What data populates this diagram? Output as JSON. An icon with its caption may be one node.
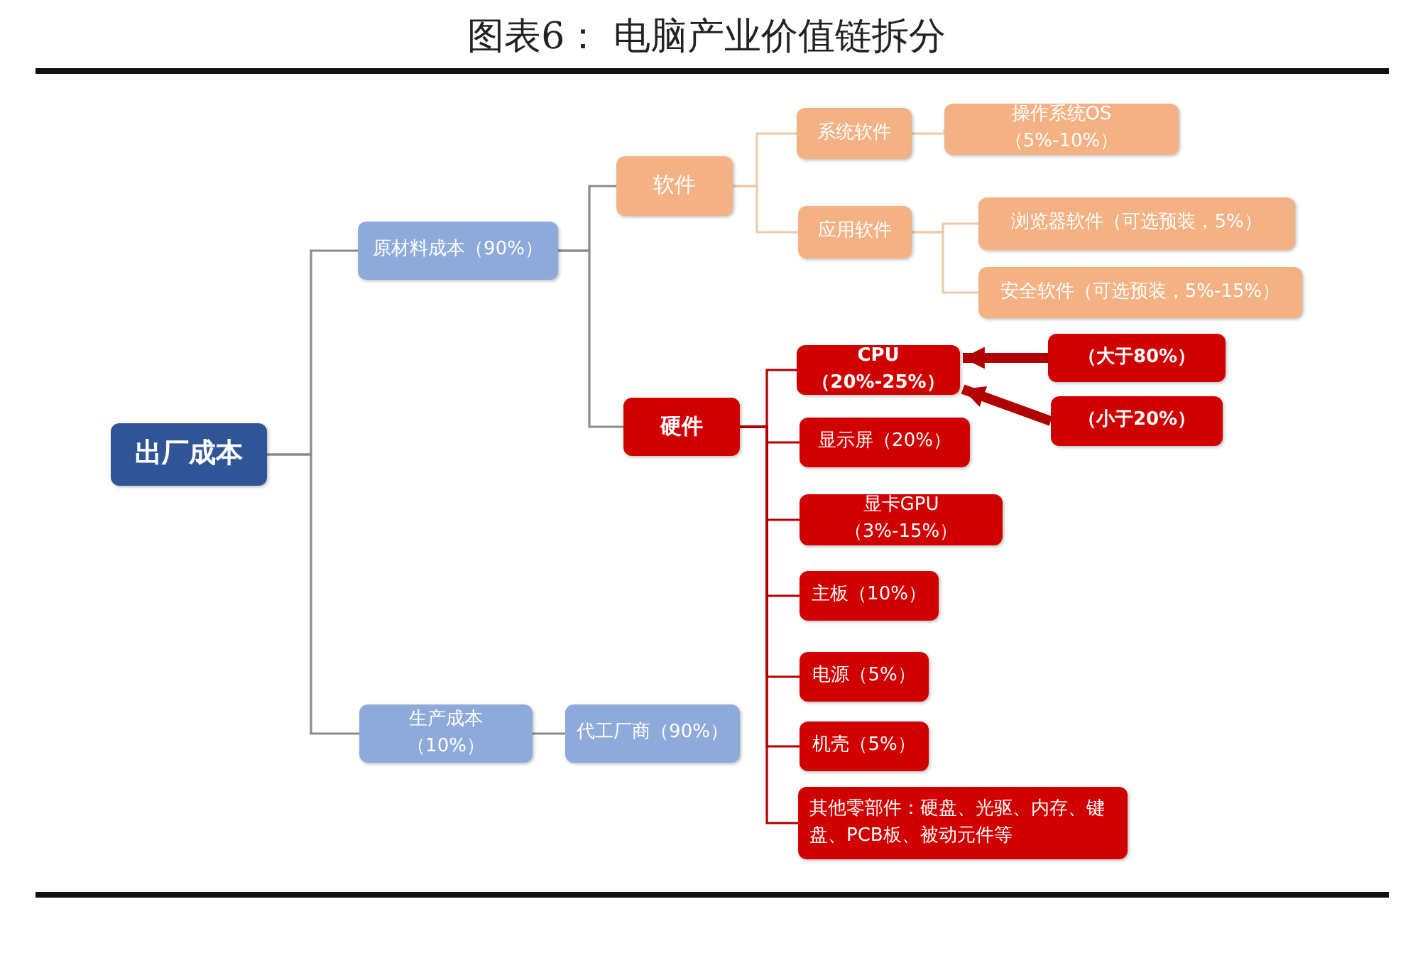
{
  "diagram": {
    "title": "图表6：  电脑产业价值链拆分",
    "nodes": [
      {
        "text": [
          "出厂成本"
        ]
      },
      {
        "text": [
          "原材料成本（90%）"
        ]
      },
      {
        "text": [
          "生产成本（10%）"
        ]
      },
      {
        "text": [
          "代工厂商（90%）"
        ]
      },
      {
        "text": [
          "软件"
        ]
      },
      {
        "text": [
          "硬件"
        ]
      },
      {
        "text": [
          "系统软件"
        ]
      },
      {
        "text": [
          "应用软件"
        ]
      },
      {
        "text": [
          "操作系统OS（5%-10%）"
        ]
      },
      {
        "text": [
          "浏览器软件（可选预装，5%）"
        ]
      },
      {
        "text": [
          "安全软件（可选预装，5%-15%）"
        ]
      },
      {
        "text": [
          "CPU（20%-25%）"
        ]
      },
      {
        "text": [
          "显示屏（20%）"
        ]
      },
      {
        "text": [
          "显卡GPU（3%-15%）"
        ]
      },
      {
        "text": [
          "主板（10%）"
        ]
      },
      {
        "text": [
          "电源（5%）"
        ]
      },
      {
        "text": [
          "机壳（5%）"
        ]
      },
      {
        "text": [
          "其他零部件：硬盘、光驱、内存、键盘、PCB板、被动元件等"
        ]
      },
      {
        "text": [
          "（大于80%）"
        ]
      },
      {
        "text": [
          "（小于20%）"
        ]
      }
    ],
    "edges": [
      {
        "from": 0,
        "to": 1,
        "arrow": "none",
        "color": "#8c8c8c"
      },
      {
        "from": 0,
        "to": 2,
        "arrow": "none",
        "color": "#8c8c8c"
      },
      {
        "from": 1,
        "to": 4,
        "arrow": "none",
        "color": "#8c8c8c"
      },
      {
        "from": 1,
        "to": 5,
        "arrow": "none",
        "color": "#8c8c8c"
      },
      {
        "from": 2,
        "to": 3,
        "arrow": "none",
        "color": "#8c8c8c"
      },
      {
        "from": 4,
        "to": 6,
        "arrow": "none",
        "color": "#f0c9a8"
      },
      {
        "from": 4,
        "to": 7,
        "arrow": "none",
        "color": "#f0c9a8"
      },
      {
        "from": 6,
        "to": 8,
        "arrow": "none",
        "color": "#f0c9a8"
      },
      {
        "from": 7,
        "to": 9,
        "arrow": "none",
        "color": "#f0c9a8"
      },
      {
        "from": 7,
        "to": 10,
        "arrow": "none",
        "color": "#f0c9a8"
      },
      {
        "from": 5,
        "to": 11,
        "arrow": "none"
      },
      {
        "from": 5,
        "to": 12,
        "arrow": "none"
      },
      {
        "from": 5,
        "to": 13,
        "arrow": "none"
      },
      {
        "from": 5,
        "to": 14,
        "arrow": "none"
      },
      {
        "from": 5,
        "to": 15,
        "arrow": "none"
      },
      {
        "from": 5,
        "to": 16,
        "arrow": "none"
      },
      {
        "from": 5,
        "to": 17,
        "arrow": "none"
      },
      {
        "from": 18,
        "to": 11,
        "arrow": "to",
        "style": "thick"
      },
      {
        "from": 19,
        "to": 11,
        "arrow": "to",
        "style": "thick"
      }
    ]
  }
}
